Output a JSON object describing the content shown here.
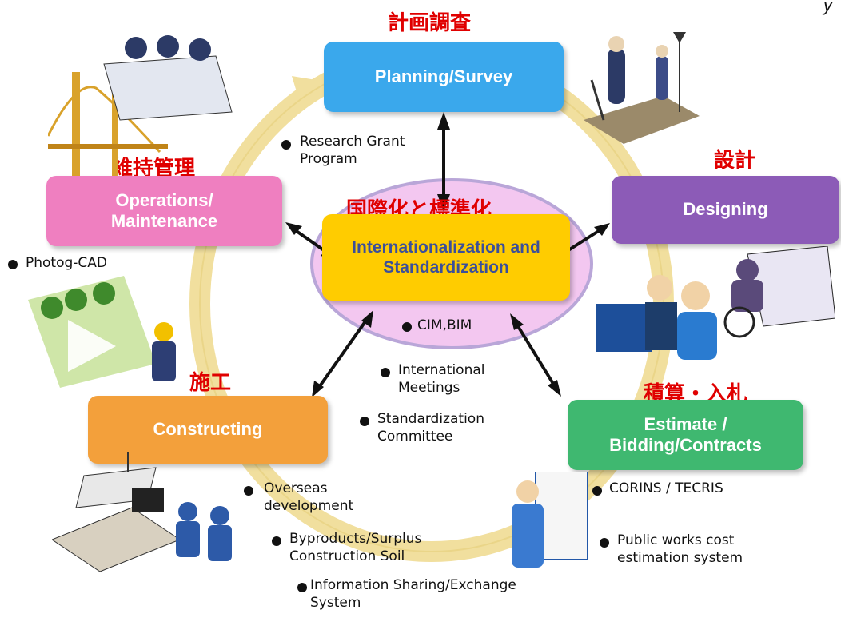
{
  "top_strip": "y",
  "stages": {
    "planning": {
      "jp": "計画調査",
      "en": "Planning/Survey",
      "color": "#3aa8ec"
    },
    "designing": {
      "jp": "設計",
      "en": "Designing",
      "color": "#8c5bb7"
    },
    "estimate": {
      "jp": "積算・入札",
      "en": "Estimate / Bidding/Contracts",
      "color": "#3fb870"
    },
    "constructing": {
      "jp": "施工",
      "en": "Constructing",
      "color": "#f3a03b"
    },
    "operations": {
      "jp": "維持管理",
      "en": "Operations/ Maintenance",
      "color": "#ef7fc0"
    }
  },
  "center": {
    "jp": "国際化と標準化",
    "en": "Internationalization and Standardization",
    "color": "#ffcc00",
    "ellipse": "#f3c7f0"
  },
  "notes": {
    "research": "Research Grant Program",
    "photog": "Photog-CAD",
    "cim": "CIM,BIM",
    "intl_meetings": "International Meetings",
    "std_committee": "Standardization Committee",
    "overseas": "Overseas development",
    "byproducts": "Byproducts/Surplus Construction Soil",
    "info_sharing": "Information Sharing/Exchange System",
    "corins": "CORINS / TECRIS",
    "public_works": "Public works cost estimation system"
  }
}
